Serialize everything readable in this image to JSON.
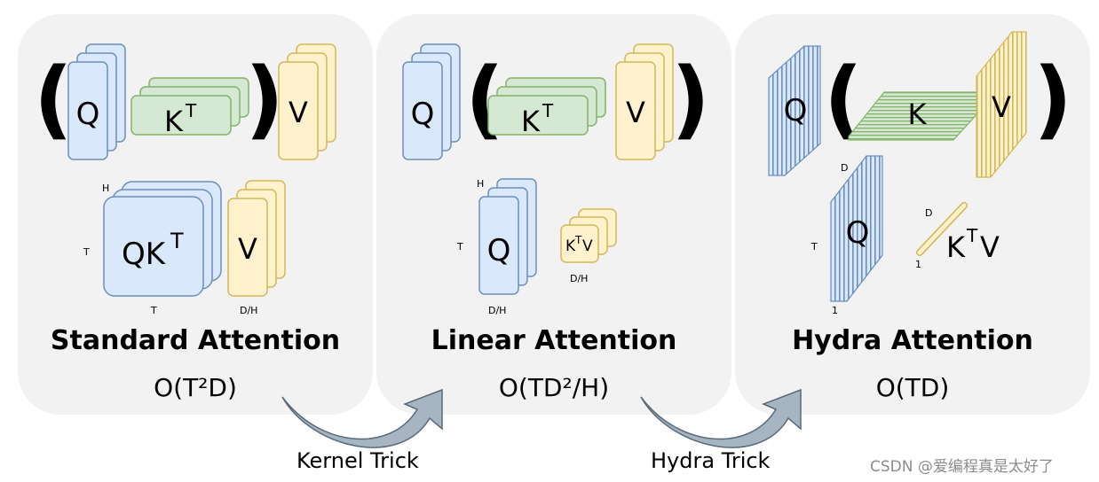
{
  "panels": [
    {
      "title": "Standard Attention",
      "complexity": "O(T²D)"
    },
    {
      "title": "Linear Attention",
      "complexity": "O(TD²/H)"
    },
    {
      "title": "Hydra Attention",
      "complexity": "O(TD)"
    }
  ],
  "arrows": [
    {
      "label": "Kernel Trick"
    },
    {
      "label": "Hydra Trick"
    }
  ],
  "labels": {
    "Q": "Q",
    "K": "K",
    "V": "V",
    "QK": "QK",
    "KV_K": "K",
    "KV_V": "V",
    "T_sup": "T",
    "H": "H",
    "T": "T",
    "D": "D",
    "DH": "D/H",
    "one": "1"
  },
  "watermark": "CSDN @爱编程真是太好了",
  "colors": {
    "q_fill": "#dae8fc",
    "q_stroke": "#6c8ebf",
    "k_fill": "#d5e8d4",
    "k_stroke": "#82b366",
    "v_fill": "#fff2cc",
    "v_stroke": "#d6b656",
    "panel": "#f2f2f2",
    "arrow": "#a7b5c2"
  }
}
